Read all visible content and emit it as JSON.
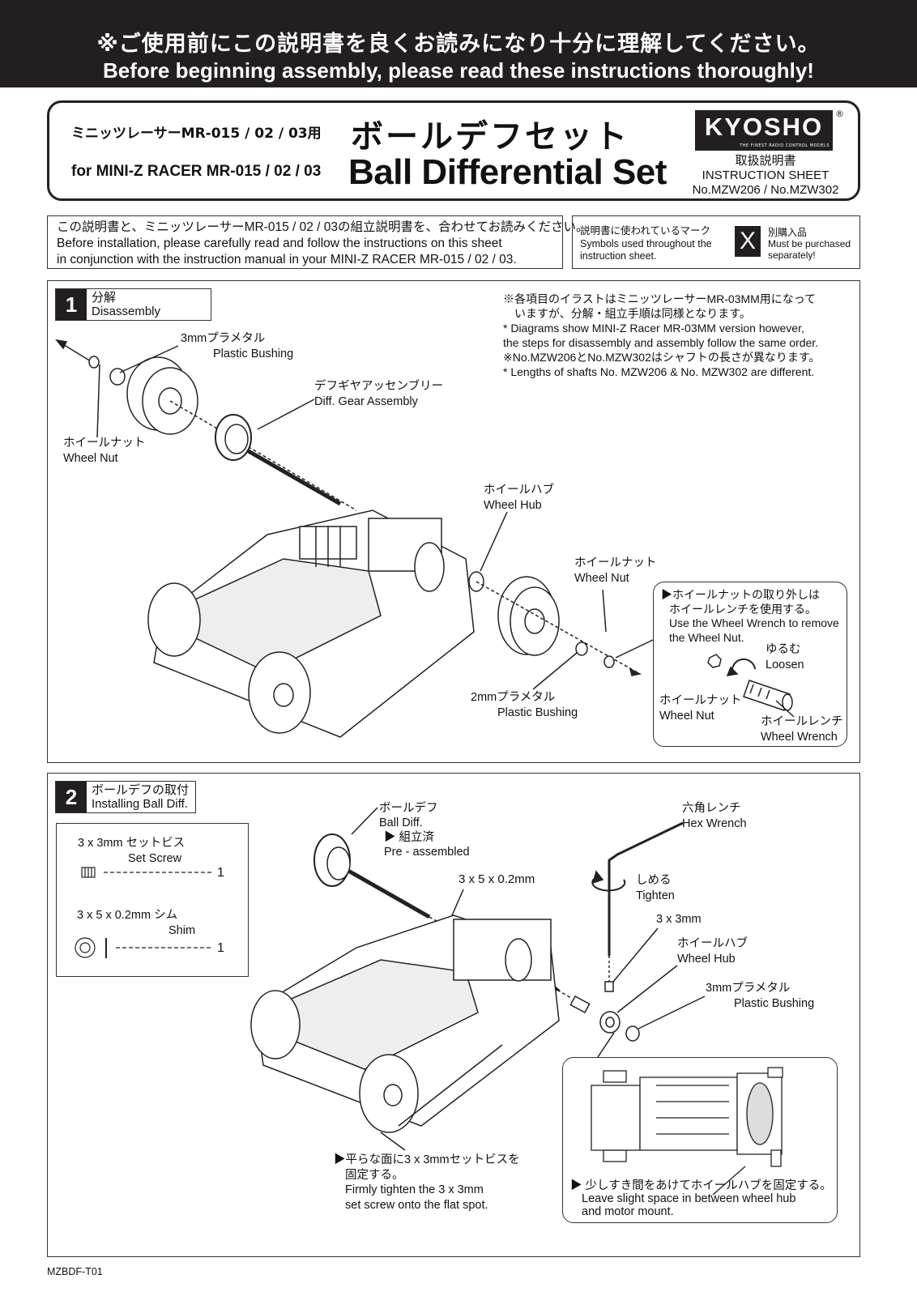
{
  "banner": {
    "jp": "※ご使用前にこの説明書を良くお読みになり十分に理解してください。",
    "en": "Before beginning assembly, please read these instructions thoroughly!"
  },
  "header": {
    "subtitle_jp": "ミニッツレーサーMR-015 / 02 / 03用",
    "subtitle_en": "for MINI-Z RACER MR-015 / 02 / 03",
    "title_jp": "ボールデフセット",
    "title_en": "Ball Differential Set",
    "logo": "KYOSHO",
    "logo_tagline": "THE FINEST RADIO CONTROL MODELS",
    "registered": "®",
    "instruction_jp": "取扱説明書",
    "instruction_en": "INSTRUCTION SHEET",
    "model_numbers": "No.MZW206 / No.MZW302"
  },
  "intro": {
    "line1": "この説明書と、ミニッツレーサーMR-015 / 02 / 03の組立説明書を、合わせてお読みください。",
    "line2": "Before installation, please carefully read and follow the instructions on this sheet",
    "line3": "in conjunction with the instruction manual in your MINI-Z RACER MR-015 / 02 / 03."
  },
  "symbols": {
    "jp": "説明書に使われているマーク",
    "en1": "Symbols used throughout the",
    "en2": "instruction sheet.",
    "mark": "X",
    "sep_jp": "別購入品",
    "sep_en1": "Must be purchased",
    "sep_en2": "separately!"
  },
  "step1": {
    "number": "1",
    "label_jp": "分解",
    "label_en": "Disassembly",
    "notes": [
      "※各項目のイラストはミニッツレーサーMR-03MM用になって",
      "　いますが、分解・組立手順は同様となります。",
      "* Diagrams show MINI-Z Racer MR-03MM version however,",
      "  the steps for disassembly and assembly follow the same order.",
      "※No.MZW206とNo.MZW302はシャフトの長さが異なります。",
      "* Lengths of shafts No. MZW206 & No. MZW302 are different."
    ],
    "labels": {
      "bushing3_jp": "3mmプラメタル",
      "bushing3_en": "Plastic Bushing",
      "diff_jp": "デフギヤアッセンブリー",
      "diff_en": "Diff. Gear Assembly",
      "nut_left_jp": "ホイールナット",
      "nut_left_en": "Wheel Nut",
      "hub_jp": "ホイールハブ",
      "hub_en": "Wheel Hub",
      "nut_right_jp": "ホイールナット",
      "nut_right_en": "Wheel Nut",
      "bushing2_jp": "2mmプラメタル",
      "bushing2_en": "Plastic Bushing"
    },
    "callout": {
      "jp1": "▶ホイールナットの取り外しは",
      "jp2": "ホイールレンチを使用する。",
      "en1": "Use the Wheel Wrench to remove",
      "en2": "the Wheel Nut.",
      "loosen_jp": "ゆるむ",
      "loosen_en": "Loosen",
      "nut_jp": "ホイールナット",
      "nut_en": "Wheel Nut",
      "wrench_jp": "ホイールレンチ",
      "wrench_en": "Wheel Wrench"
    }
  },
  "step2": {
    "number": "2",
    "label_jp": "ボールデフの取付",
    "label_en": "Installing Ball Diff.",
    "parts": [
      {
        "jp": "3 x 3mm セットビス",
        "en": "Set Screw",
        "qty": "1"
      },
      {
        "jp": "3 x 5 x 0.2mm シム",
        "en": "Shim",
        "qty": "1"
      }
    ],
    "labels": {
      "diff_jp": "ボールデフ",
      "diff_en": "Ball Diff.",
      "pre_jp": "▶ 組立済",
      "pre_en": "Pre - assembled",
      "shim": "3 x 5 x 0.2mm",
      "hex_jp": "六角レンチ",
      "hex_en": "Hex Wrench",
      "tighten_jp": "しめる",
      "tighten_en": "Tighten",
      "screw": "3 x 3mm",
      "hub_jp": "ホイールハブ",
      "hub_en": "Wheel Hub",
      "bushing_jp": "3mmプラメタル",
      "bushing_en": "Plastic Bushing"
    },
    "note_flat": {
      "jp1": "▶平らな面に3 x 3mmセットビスを",
      "jp2": "固定する。",
      "en1": "Firmly tighten the 3 x 3mm",
      "en2": "set screw onto the flat spot."
    },
    "note_space": {
      "jp": "▶ 少しすき間をあけてホイールハブを固定する。",
      "en1": "Leave slight space in between wheel hub",
      "en2": "and motor mount."
    }
  },
  "footer": "MZBDF-T01"
}
